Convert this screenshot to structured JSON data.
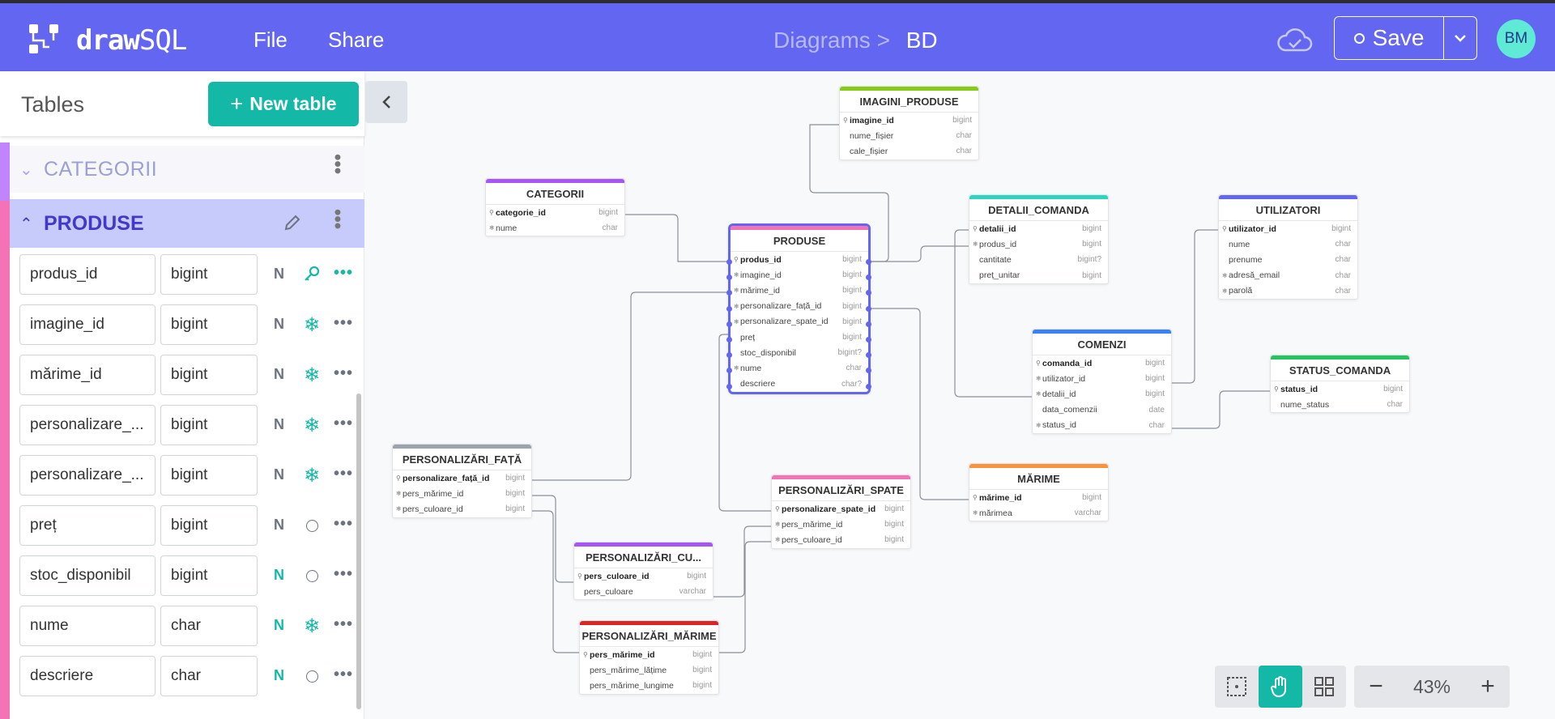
{
  "header": {
    "brand_left": "draw",
    "brand_right": "SQL",
    "menu": [
      "File",
      "Share"
    ],
    "breadcrumb_parent": "Diagrams >",
    "breadcrumb_current": "BD",
    "save_label": "Save",
    "avatar_initials": "BM",
    "colors": {
      "accent": "#6366f1",
      "teal": "#14b8a6"
    }
  },
  "sidebar": {
    "title": "Tables",
    "new_table_label": "New table",
    "collapsed_table": "CATEGORII",
    "expanded_table": "PRODUSE",
    "fields": [
      {
        "name": "produs_id",
        "type": "bigint",
        "null_label": "N",
        "null_active": false,
        "key": "key-icon"
      },
      {
        "name": "imagine_id",
        "type": "bigint",
        "null_label": "N",
        "null_active": false,
        "key": "snowflake-icon"
      },
      {
        "name": "mărime_id",
        "type": "bigint",
        "null_label": "N",
        "null_active": false,
        "key": "snowflake-icon"
      },
      {
        "name": "personalizare_...",
        "type": "bigint",
        "null_label": "N",
        "null_active": false,
        "key": "snowflake-icon"
      },
      {
        "name": "personalizare_...",
        "type": "bigint",
        "null_label": "N",
        "null_active": false,
        "key": "snowflake-icon"
      },
      {
        "name": "preț",
        "type": "bigint",
        "null_label": "N",
        "null_active": false,
        "key": "circle-icon"
      },
      {
        "name": "stoc_disponibil",
        "type": "bigint",
        "null_label": "N",
        "null_active": true,
        "key": "circle-icon"
      },
      {
        "name": "nume",
        "type": "char",
        "null_label": "N",
        "null_active": true,
        "key": "snowflake-icon"
      },
      {
        "name": "descriere",
        "type": "char",
        "null_label": "N",
        "null_active": true,
        "key": "circle-icon"
      }
    ]
  },
  "tables": {
    "imagini": {
      "title": "IMAGINI_PRODUSE",
      "color": "#84cc16",
      "cols": [
        [
          "imagine_id",
          "bigint",
          "pk"
        ],
        [
          "nume_fișier",
          "char",
          ""
        ],
        [
          "cale_fișier",
          "char",
          ""
        ]
      ]
    },
    "categorii": {
      "title": "CATEGORII",
      "color": "#a855f7",
      "cols": [
        [
          "categorie_id",
          "bigint",
          "pk"
        ],
        [
          "nume",
          "char",
          "fk"
        ]
      ]
    },
    "produse": {
      "title": "PRODUSE",
      "color": "#f472b6",
      "cols": [
        [
          "produs_id",
          "bigint",
          "pk"
        ],
        [
          "imagine_id",
          "bigint",
          "fk"
        ],
        [
          "mărime_id",
          "bigint",
          "fk"
        ],
        [
          "personalizare_față_id",
          "bigint",
          "fk"
        ],
        [
          "personalizare_spate_id",
          "bigint",
          "fk"
        ],
        [
          "preț",
          "bigint",
          ""
        ],
        [
          "stoc_disponibil",
          "bigint?",
          ""
        ],
        [
          "nume",
          "char",
          "fk"
        ],
        [
          "descriere",
          "char?",
          ""
        ]
      ]
    },
    "detalii": {
      "title": "DETALII_COMANDA",
      "color": "#2dd4bf",
      "cols": [
        [
          "detalii_id",
          "bigint",
          "pk"
        ],
        [
          "produs_id",
          "bigint",
          "fk"
        ],
        [
          "cantitate",
          "bigint?",
          ""
        ],
        [
          "preț_unitar",
          "bigint",
          ""
        ]
      ]
    },
    "utilizatori": {
      "title": "UTILIZATORI",
      "color": "#6366f1",
      "cols": [
        [
          "utilizator_id",
          "bigint",
          "pk"
        ],
        [
          "nume",
          "char",
          ""
        ],
        [
          "prenume",
          "char",
          ""
        ],
        [
          "adresă_email",
          "char",
          "fk"
        ],
        [
          "parolă",
          "char",
          "fk"
        ]
      ]
    },
    "comenzi": {
      "title": "COMENZI",
      "color": "#3b82f6",
      "cols": [
        [
          "comanda_id",
          "bigint",
          "pk"
        ],
        [
          "utilizator_id",
          "bigint",
          "fk"
        ],
        [
          "detalii_id",
          "bigint",
          "fk"
        ],
        [
          "data_comenzii",
          "date",
          ""
        ],
        [
          "status_id",
          "char",
          "fk"
        ]
      ]
    },
    "status": {
      "title": "STATUS_COMANDA",
      "color": "#22c55e",
      "cols": [
        [
          "status_id",
          "bigint",
          "pk"
        ],
        [
          "nume_status",
          "char",
          ""
        ]
      ]
    },
    "pfata": {
      "title": "PERSONALIZĂRI_FAȚĂ",
      "color": "#9ca3af",
      "cols": [
        [
          "personalizare_față_id",
          "bigint",
          "pk"
        ],
        [
          "pers_mărime_id",
          "bigint",
          "fk"
        ],
        [
          "pers_culoare_id",
          "bigint",
          "fk"
        ]
      ]
    },
    "pspate": {
      "title": "PERSONALIZĂRI_SPATE",
      "color": "#f472b6",
      "cols": [
        [
          "personalizare_spate_id",
          "bigint",
          "pk"
        ],
        [
          "pers_mărime_id",
          "bigint",
          "fk"
        ],
        [
          "pers_culoare_id",
          "bigint",
          "fk"
        ]
      ]
    },
    "marime": {
      "title": "MĂRIME",
      "color": "#fb923c",
      "cols": [
        [
          "mărime_id",
          "bigint",
          "pk"
        ],
        [
          "mărimea",
          "varchar",
          "fk"
        ]
      ]
    },
    "pcul": {
      "title": "PERSONALIZĂRI_CU...",
      "color": "#a855f7",
      "cols": [
        [
          "pers_culoare_id",
          "bigint",
          "pk"
        ],
        [
          "pers_culoare",
          "varchar",
          ""
        ]
      ]
    },
    "pmar": {
      "title": "PERSONALIZĂRI_MĂRIME",
      "color": "#dc2626",
      "cols": [
        [
          "pers_mărime_id",
          "bigint",
          "pk"
        ],
        [
          "pers_mărime_lățime",
          "bigint",
          ""
        ],
        [
          "pers_mărime_lungime",
          "bigint",
          ""
        ]
      ]
    }
  },
  "toolbar": {
    "zoom": "43%"
  }
}
